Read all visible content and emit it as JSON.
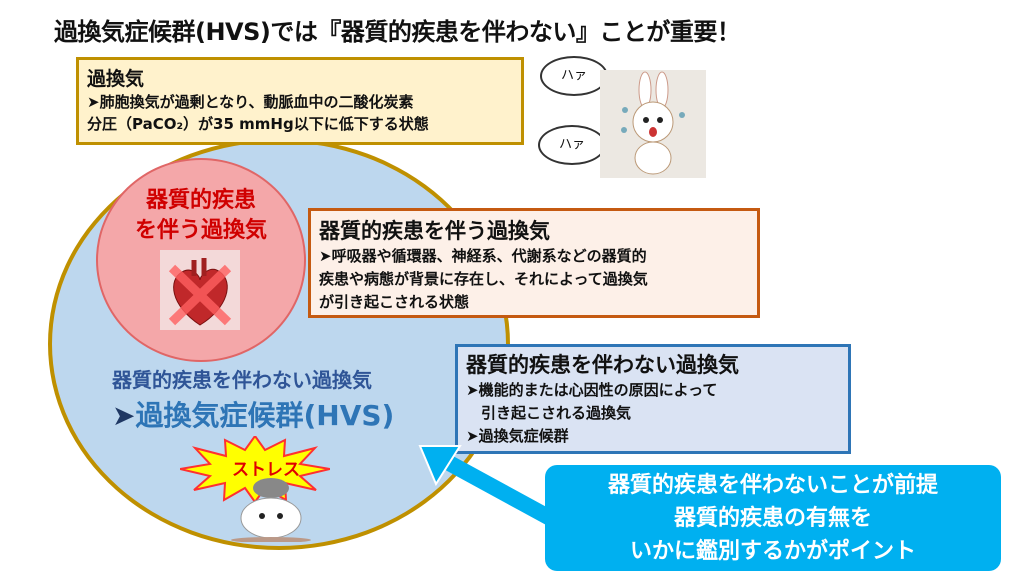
{
  "title": "過換気症候群(HVS)では『器質的疾患を伴わない』ことが重要！",
  "hyperventilation": {
    "heading": "過換気",
    "lines": [
      "➤肺胞換気が過剰となり、動脈血中の二酸化炭素",
      "分圧（PaCO₂）が35 mmHg以下に低下する状態"
    ]
  },
  "bubbles": [
    "ハァ",
    "ハァ"
  ],
  "organic_circle": {
    "lines": [
      "器質的疾患",
      "を伴う過換気"
    ]
  },
  "organic_box": {
    "heading": "器質的疾患を伴う過換気",
    "lines": [
      "➤呼吸器や循環器、神経系、代謝系などの器質的",
      "疾患や病態が背景に存在し、それによって過換気",
      "が引き起こされる状態"
    ]
  },
  "nonorganic_label": "器質的疾患を伴わない過換気",
  "hvs_label": {
    "marker": "➤",
    "text": "過換気症候群(HVS)"
  },
  "nonorganic_box": {
    "heading": "器質的疾患を伴わない過換気",
    "lines": [
      "➤機能的または心因性の原因によって",
      "　引き起こされる過換気",
      "➤過換気症候群"
    ]
  },
  "stress": "ストレス",
  "callout": {
    "lines": [
      "器質的疾患を伴わないことが前提",
      "器質的疾患の有無を",
      "いかに鑑別するかがポイント"
    ]
  },
  "colors": {
    "circle_fill": "#bdd7ee",
    "gold": "#bf9000",
    "red": "#d00000",
    "orange": "#c55a11",
    "blue": "#2e75b6",
    "callout": "#00b0f0"
  }
}
